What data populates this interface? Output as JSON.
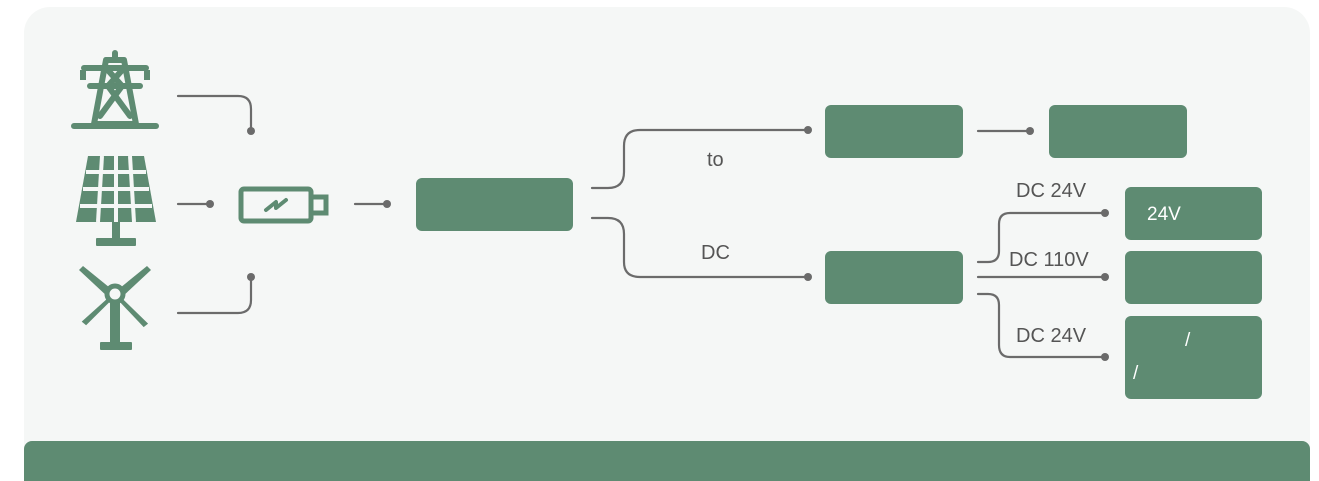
{
  "colors": {
    "accent": "#5e8b72",
    "wire": "#6b6b6b",
    "panel": "#f5f7f6"
  },
  "icons": {
    "source_top": "power-pylon-icon",
    "source_middle": "solar-panel-icon",
    "source_bottom": "wind-turbine-icon",
    "storage": "battery-charging-icon"
  },
  "labels": {
    "upper_branch": "to",
    "lower_branch": "DC",
    "out_1": "DC 24V",
    "out_2": "DC 110V",
    "out_3": "DC 24V"
  },
  "boxes": {
    "out_1": {
      "text": "24V"
    },
    "out_3": {
      "line1": "/",
      "line2": "/"
    }
  }
}
